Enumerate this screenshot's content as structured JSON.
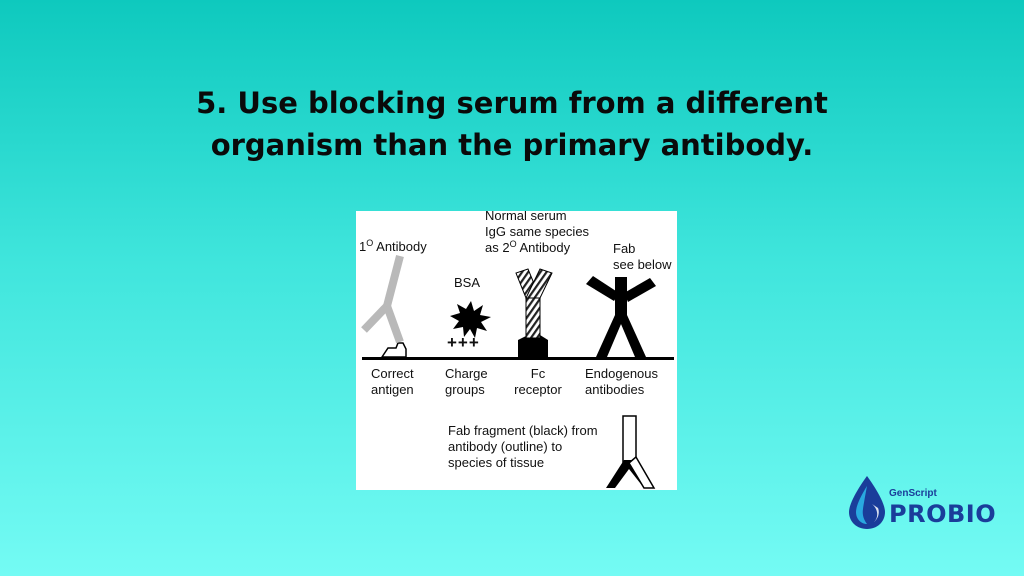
{
  "slide": {
    "title_line1": "5. Use blocking serum from a different",
    "title_line2": "organism than the primary antibody."
  },
  "diagram": {
    "primary_antibody": {
      "label_prefix": "1",
      "label_sup": "O",
      "label_suffix": " Antibody"
    },
    "normal_serum": {
      "line1": "Normal serum",
      "line2": "IgG same species",
      "line3_prefix": "as 2",
      "line3_sup": "O",
      "line3_suffix": " Antibody"
    },
    "fab": {
      "line1": "Fab",
      "line2": "see below"
    },
    "bsa": {
      "label": "BSA"
    },
    "charges": {
      "glyphs": "+++"
    },
    "bottom_labels": [
      {
        "line1": "Correct",
        "line2": "antigen"
      },
      {
        "line1": "Charge",
        "line2": "groups"
      },
      {
        "line1": "Fc",
        "line2": "receptor"
      },
      {
        "line1": "Endogenous",
        "line2": "antibodies"
      }
    ],
    "fab_fragment_note": {
      "line1": "Fab fragment (black) from",
      "line2": "antibody (outline) to",
      "line3": "species of tissue"
    }
  },
  "logo": {
    "brand_small": "GenScript",
    "brand_large": "PROBIO",
    "color": "#1a3d9a"
  }
}
